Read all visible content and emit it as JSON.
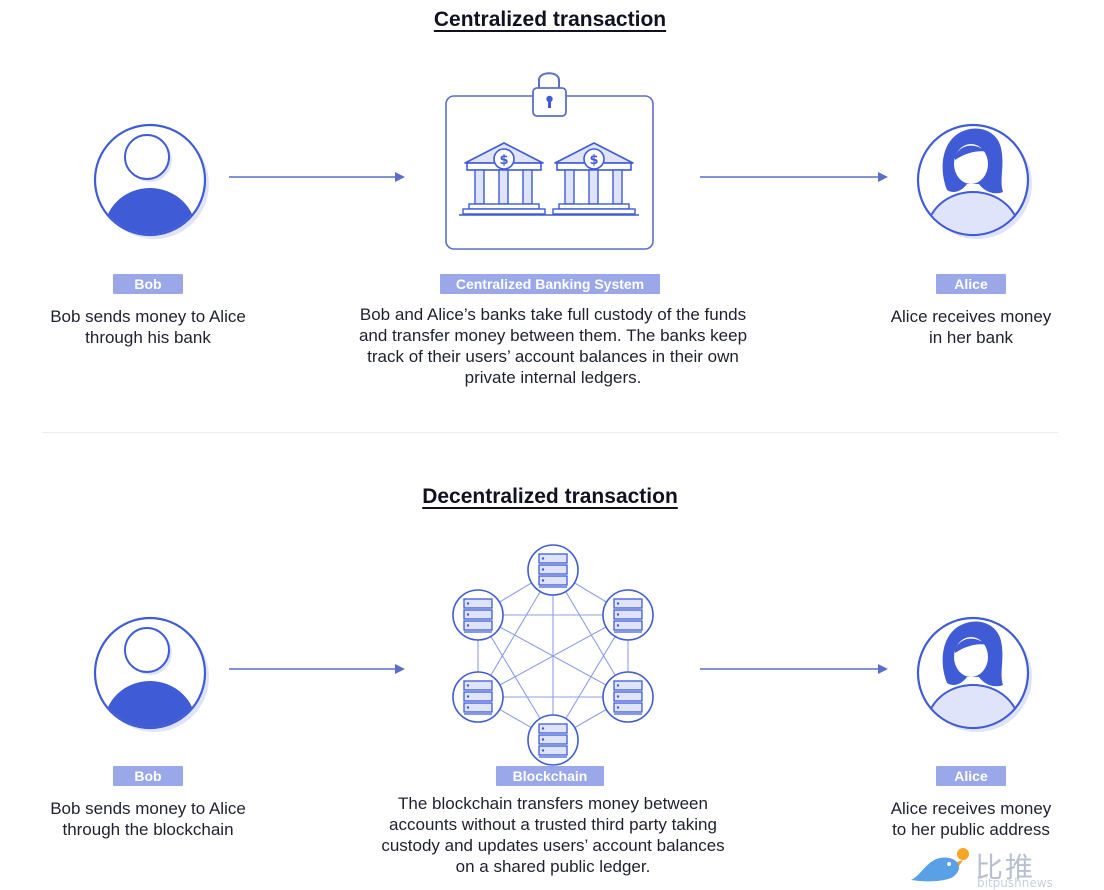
{
  "centralized": {
    "title": "Centralized transaction",
    "sender": {
      "badge": "Bob",
      "caption_line1": "Bob sends money to Alice",
      "caption_line2": "through his bank"
    },
    "middle": {
      "badge": "Centralized Banking System",
      "caption_line1": "Bob and Alice’s banks take full custody of the funds",
      "caption_line2": "and transfer money between them. The banks keep",
      "caption_line3": "track of their users’ account balances in their own",
      "caption_line4": "private internal ledgers."
    },
    "receiver": {
      "badge": "Alice",
      "caption_line1": "Alice receives money",
      "caption_line2": "in her bank"
    }
  },
  "decentralized": {
    "title": "Decentralized transaction",
    "sender": {
      "badge": "Bob",
      "caption_line1": "Bob sends money to Alice",
      "caption_line2": "through the blockchain"
    },
    "middle": {
      "badge": "Blockchain",
      "caption_line1": "The blockchain transfers money between",
      "caption_line2": "accounts without a trusted third party taking",
      "caption_line3": "custody and updates users’ account balances",
      "caption_line4": "on a shared public ledger."
    },
    "receiver": {
      "badge": "Alice",
      "caption_line1": "Alice receives money",
      "caption_line2": "to her public address"
    }
  },
  "icons": {
    "bank_symbol": "$",
    "user": "user-icon",
    "alice": "alice-icon",
    "bank": "bank-icon",
    "lock": "lock-icon",
    "server": "server-icon",
    "arrow": "arrow-right-icon"
  },
  "colors": {
    "primary": "#3f5bd6",
    "light": "#dfe4fa",
    "badge": "#9aa8ea",
    "line": "#5b6ec9",
    "text": "#1f2030"
  },
  "watermark": {
    "text": "比推",
    "sub": "bitpushnews"
  }
}
